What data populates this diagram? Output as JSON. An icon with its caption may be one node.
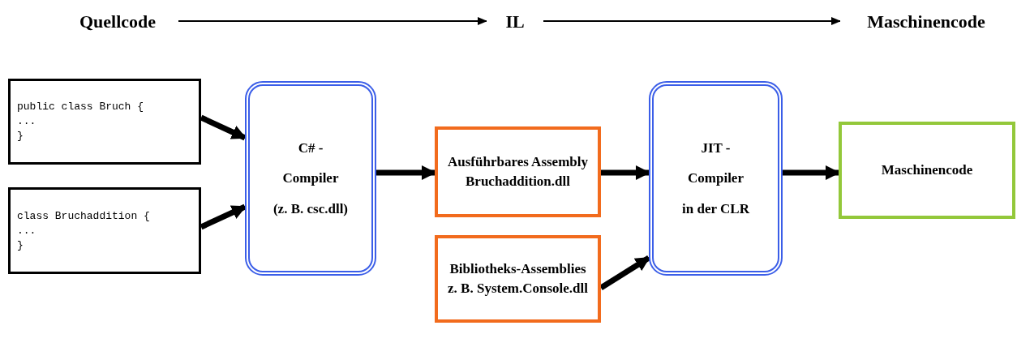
{
  "diagram": {
    "nodes": [
      {
        "text": [
          "Quellcode"
        ]
      },
      {
        "text": [
          "IL"
        ]
      },
      {
        "text": [
          "Maschinencode"
        ]
      },
      {
        "text": [
          "public class Bruch {",
          "...",
          "}"
        ]
      },
      {
        "text": [
          "class Bruchaddition {",
          "...",
          "}"
        ]
      },
      {
        "text": [
          "C# -",
          "Compiler",
          "(z. B. csc.dll)"
        ]
      },
      {
        "text": [
          "Ausführbares Assembly Bruchaddition.dll"
        ]
      },
      {
        "text": [
          "Bibliotheks-Assemblies z. B. System.Console.dll"
        ]
      },
      {
        "text": [
          "JIT -",
          "Compiler",
          "in der CLR"
        ]
      },
      {
        "text": [
          "Maschinencode"
        ]
      }
    ],
    "edges": [
      {
        "from": 0,
        "to": 1,
        "arrow": "to"
      },
      {
        "from": 1,
        "to": 2,
        "arrow": "to"
      },
      {
        "from": 3,
        "to": 5,
        "arrow": "to"
      },
      {
        "from": 4,
        "to": 5,
        "arrow": "to"
      },
      {
        "from": 5,
        "to": 6,
        "arrow": "to"
      },
      {
        "from": 6,
        "to": 8,
        "arrow": "to"
      },
      {
        "from": 7,
        "to": 8,
        "arrow": "to"
      },
      {
        "from": 8,
        "to": 9,
        "arrow": "to"
      }
    ]
  }
}
